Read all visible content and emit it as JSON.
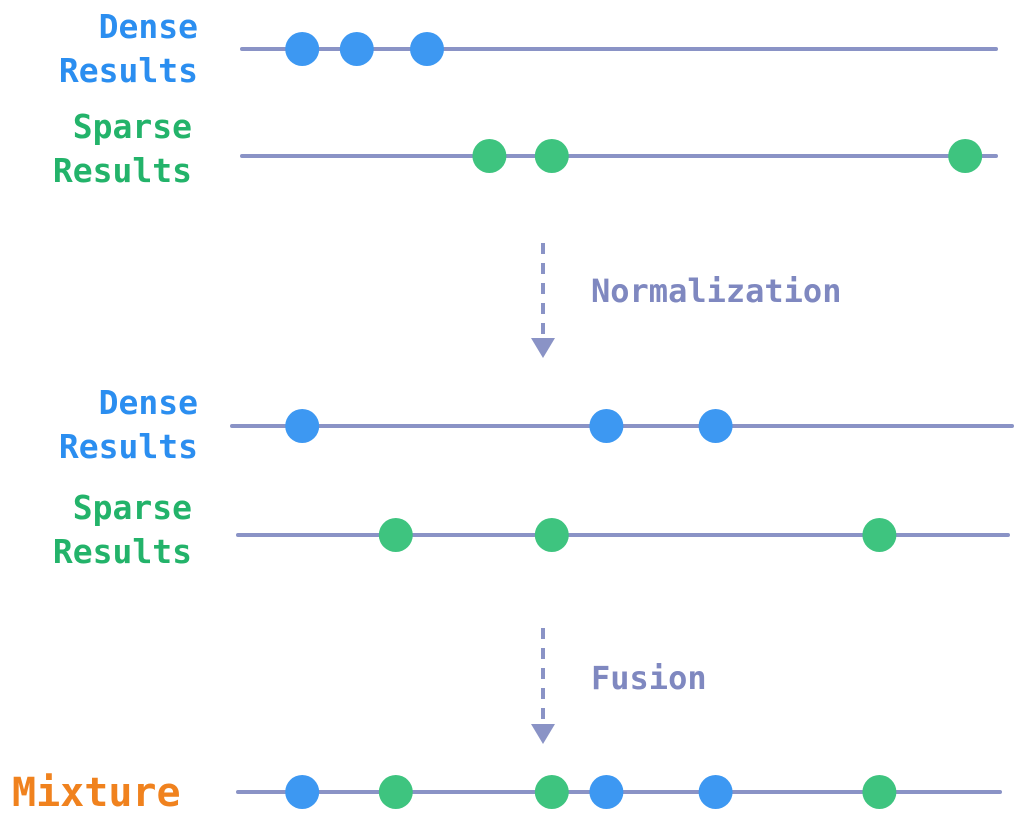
{
  "colors": {
    "axis": "#8a93c6",
    "dense": "#3d98f2",
    "sparse": "#3ec47f",
    "dense_text": "#2b8ef0",
    "sparse_text": "#23b36a",
    "mixture_text": "#f0821e",
    "step_text": "#7f88c0"
  },
  "before": {
    "dense": {
      "label_line1": "Dense",
      "label_line2": "Results",
      "points": [
        0.09,
        0.16,
        0.25
      ]
    },
    "sparse": {
      "label_line1": "Sparse",
      "label_line2": "Results",
      "points": [
        0.33,
        0.41,
        0.94
      ]
    }
  },
  "steps": {
    "normalization": "Normalization",
    "fusion": "Fusion"
  },
  "after": {
    "dense": {
      "label_line1": "Dense",
      "label_line2": "Results",
      "points": [
        0.09,
        0.48,
        0.62
      ]
    },
    "sparse": {
      "label_line1": "Sparse",
      "label_line2": "Results",
      "points": [
        0.21,
        0.41,
        0.83
      ]
    }
  },
  "mixture": {
    "label": "Mixture",
    "points": [
      {
        "value": 0.09,
        "source": "dense"
      },
      {
        "value": 0.21,
        "source": "sparse"
      },
      {
        "value": 0.41,
        "source": "sparse"
      },
      {
        "value": 0.48,
        "source": "dense"
      },
      {
        "value": 0.62,
        "source": "dense"
      },
      {
        "value": 0.83,
        "source": "sparse"
      }
    ]
  }
}
